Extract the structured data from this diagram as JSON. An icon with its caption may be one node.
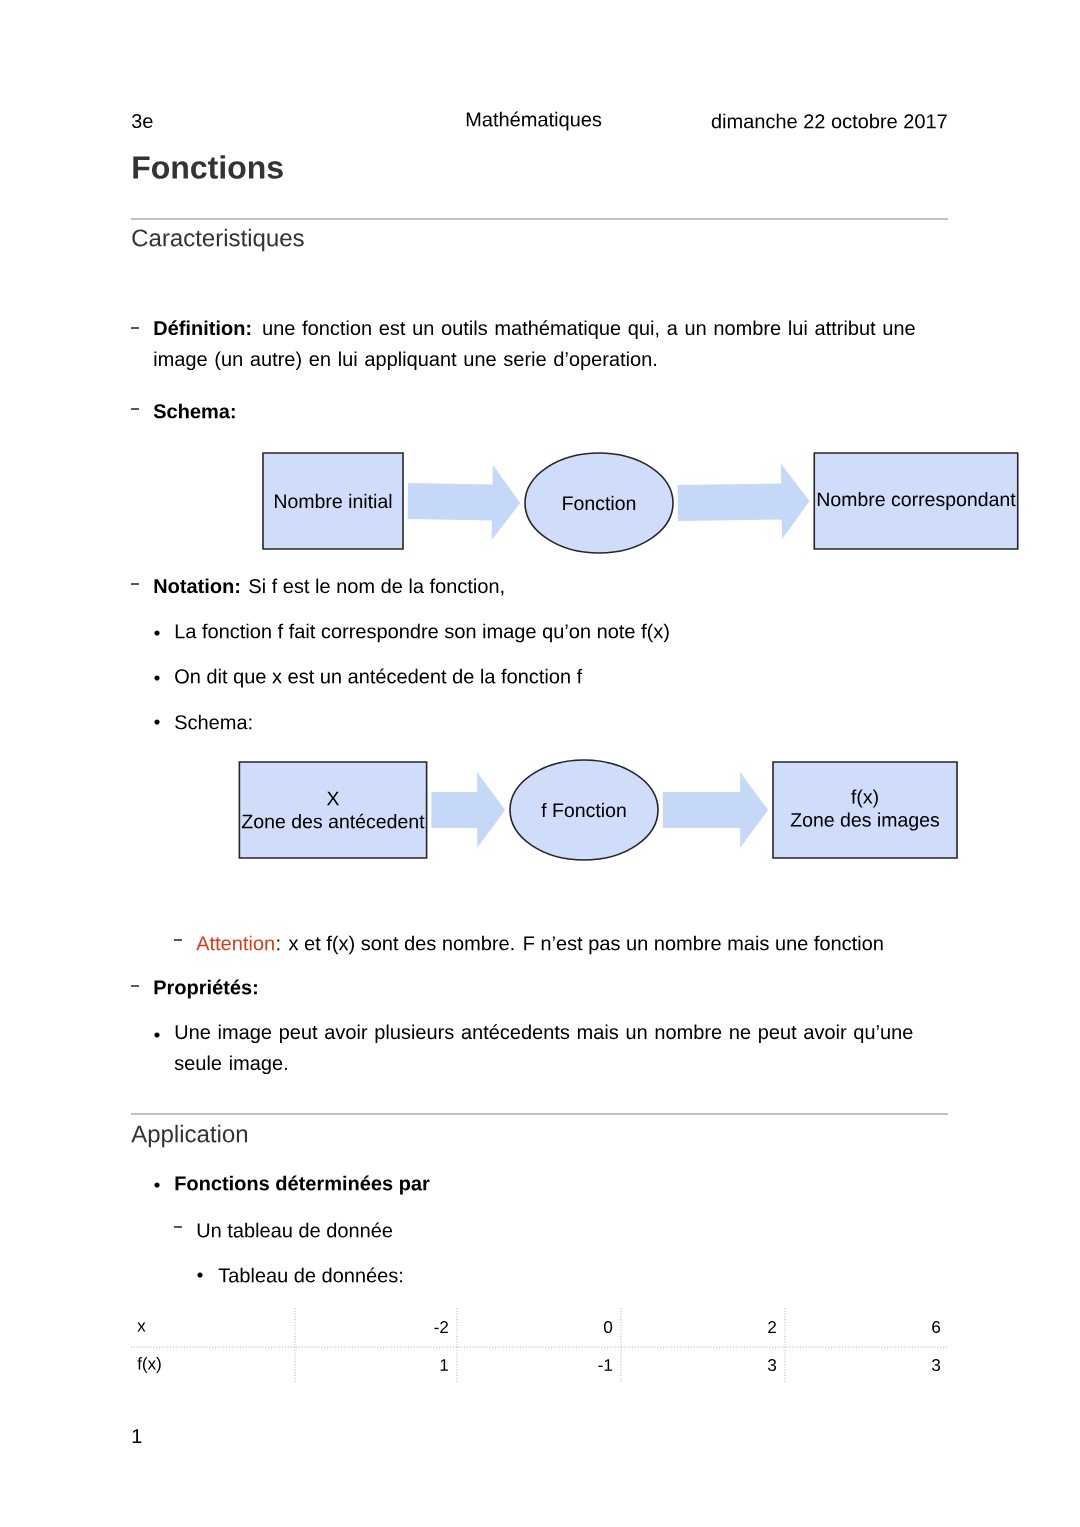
{
  "diagram": {
    "title": "Fonctions",
    "nodes": [
      {
        "text": [
          "Nombre initial"
        ]
      },
      {
        "text": [
          "Fonction"
        ]
      },
      {
        "text": [
          "Nombre correspondant"
        ]
      },
      {
        "text": [
          "X",
          "Zone des antécedent"
        ]
      },
      {
        "text": [
          "f Fonction"
        ]
      },
      {
        "text": [
          "f(x)",
          "Zone des images"
        ]
      }
    ],
    "edges": [
      {
        "from": 0,
        "to": 1,
        "arrow": "to"
      },
      {
        "from": 1,
        "to": 2,
        "arrow": "to"
      },
      {
        "from": 3,
        "to": 4,
        "arrow": "to"
      },
      {
        "from": 4,
        "to": 5,
        "arrow": "to"
      }
    ],
    "labels": [
      "3e",
      "Mathématiques",
      "dimanche 22 octobre 2017",
      "Caracteristiques",
      "**Définition:** une fonction est un outils mathématique qui, a un nombre lui attribut une image (un autre) en lui appliquant une serie d’operation.",
      "Schema:",
      "**Notation:**  Si f est le nom de la fonction,",
      "La fonction f fait correspondre son image qu’on note f(x)",
      "On dit que x est un antécedent de la fonction f",
      "Schema:",
      "Attention",
      ": x et f(x) sont des nombre. F n’est pas un nombre mais une fonction",
      "Propriétés:",
      "Une image peut avoir plusieurs antécedents mais un nombre ne peut avoir qu’une seule image.",
      "Application",
      "Fonctions déterminées par",
      "Un tableau de donnée",
      "Tableau de données:",
      "x",
      "-2",
      "0",
      "2",
      "6",
      "f(x)",
      "1",
      "-1",
      "3",
      "3",
      "1"
    ]
  }
}
